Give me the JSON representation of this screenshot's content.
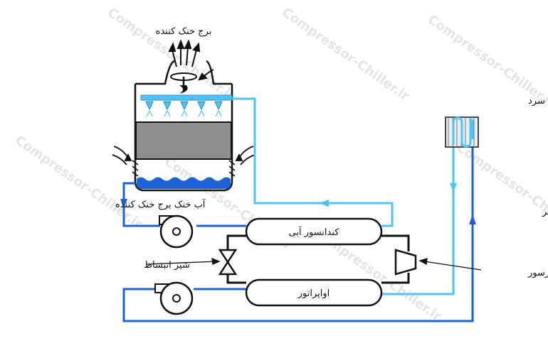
{
  "labels": {
    "cooling_tower": "برج خنک کننده",
    "chilled_water_consumer": "مصرف کننده آب سرد",
    "cooling_tower_water": "آب خنک برج خنک کننده",
    "chiller_chilled_water": "آب سرد چیلر",
    "water_condenser": "کندانسور آبی",
    "evaporator": "اواپراتور",
    "expansion_valve": "شیر انبساط",
    "compressor": "کمپرسور"
  },
  "watermark": "Compressor-Chiller.ir",
  "colors": {
    "warm_water_pipe": "#4fc3f7",
    "cold_water_pipe": "#1e63d6",
    "refrigerant_line": "#111111",
    "fill_media": "#8e8e8e",
    "basin_water": "#1e63d6"
  }
}
